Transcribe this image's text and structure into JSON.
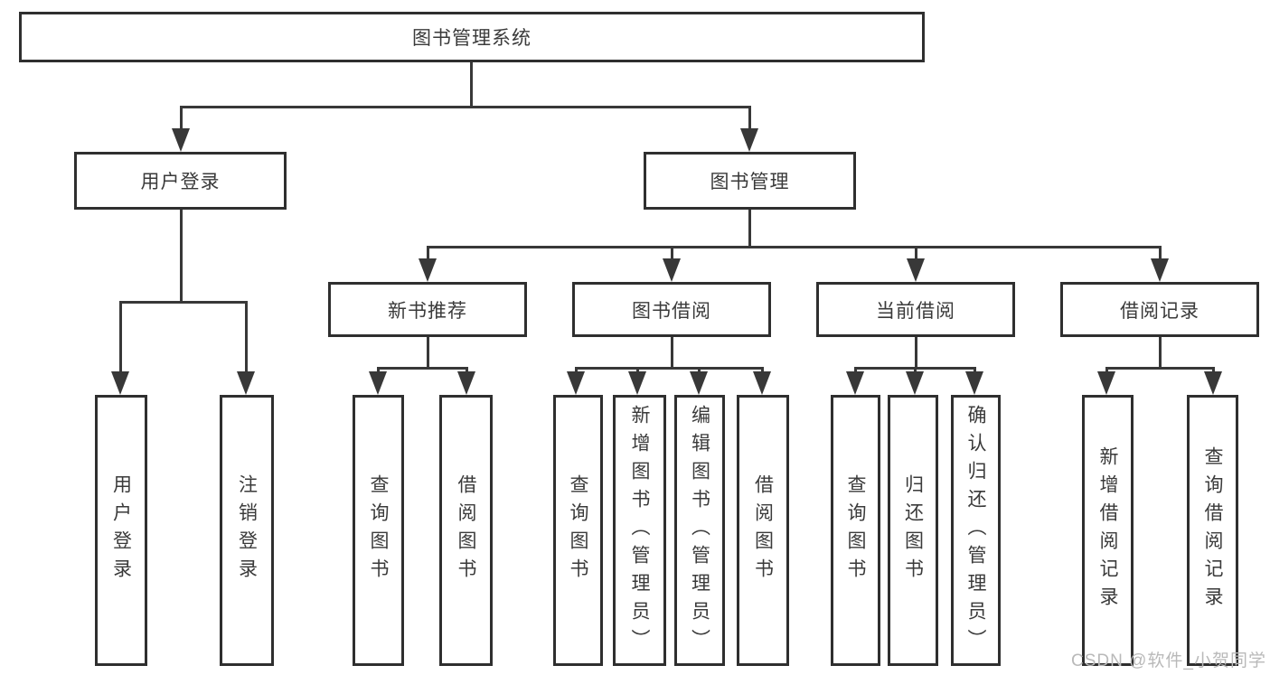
{
  "diagram": {
    "title_node": {
      "label": "图书管理系统"
    },
    "root": {
      "label": "图书管理系统"
    },
    "level2": [
      {
        "label": "用户登录"
      },
      {
        "label": "图书管理"
      }
    ],
    "level3": [
      {
        "label": "新书推荐",
        "parent": "图书管理"
      },
      {
        "label": "图书借阅",
        "parent": "图书管理"
      },
      {
        "label": "当前借阅",
        "parent": "图书管理"
      },
      {
        "label": "借阅记录",
        "parent": "图书管理"
      }
    ],
    "leaves": [
      {
        "label": "用户登录",
        "parent": "用户登录"
      },
      {
        "label": "注销登录",
        "parent": "用户登录"
      },
      {
        "label": "查询图书",
        "parent": "新书推荐"
      },
      {
        "label": "借阅图书",
        "parent": "新书推荐"
      },
      {
        "label": "查询图书",
        "parent": "图书借阅"
      },
      {
        "label": "新增图书（管理员）",
        "parent": "图书借阅"
      },
      {
        "label": "编辑图书（管理员）",
        "parent": "图书借阅"
      },
      {
        "label": "借阅图书",
        "parent": "图书借阅"
      },
      {
        "label": "查询图书",
        "parent": "当前借阅"
      },
      {
        "label": "归还图书",
        "parent": "当前借阅"
      },
      {
        "label": "确认归还（管理员）",
        "parent": "当前借阅"
      },
      {
        "label": "新增借阅记录",
        "parent": "借阅记录"
      },
      {
        "label": "查询借阅记录",
        "parent": "借阅记录"
      }
    ]
  },
  "watermark": {
    "text": "CSDN @软件_小贺同学"
  },
  "colors": {
    "line": "#383838",
    "box_border": "#2f2f2f",
    "box_fill": "#ffffff",
    "text": "#3a3a3a",
    "watermark": "#b9b9b9"
  }
}
